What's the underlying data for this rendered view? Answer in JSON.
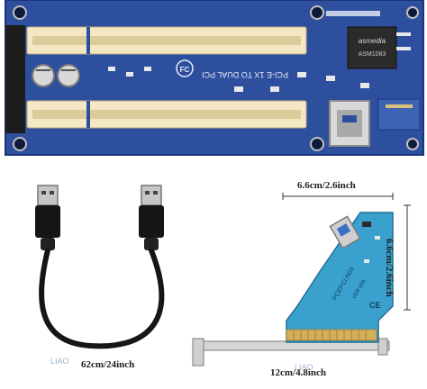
{
  "board": {
    "silkscreen_title": "PCI-E 1X TO DUAL PCI",
    "chip_logo": "asmedia",
    "chip_model": "ASM1083",
    "accent_color": "#2d4f9e",
    "slot_color": "#f3e7c4"
  },
  "riser": {
    "silkscreen": "PCEPCI-N03",
    "version": "VER 006",
    "accent_color": "#3aa1cf"
  },
  "labels": {
    "usb_cable": "62cm/24inch",
    "bracket_width": "12cm/4.8inch",
    "riser_width": "6.6cm/2.6inch",
    "riser_height": "6.6cm/2.6inch"
  },
  "watermark": {
    "text_a": "LIAO",
    "text_b": "LIAO"
  },
  "icons": [
    "usb-a-plug-icon",
    "usb-a-port-icon",
    "fcc-mark-icon",
    "ce-mark-icon"
  ]
}
